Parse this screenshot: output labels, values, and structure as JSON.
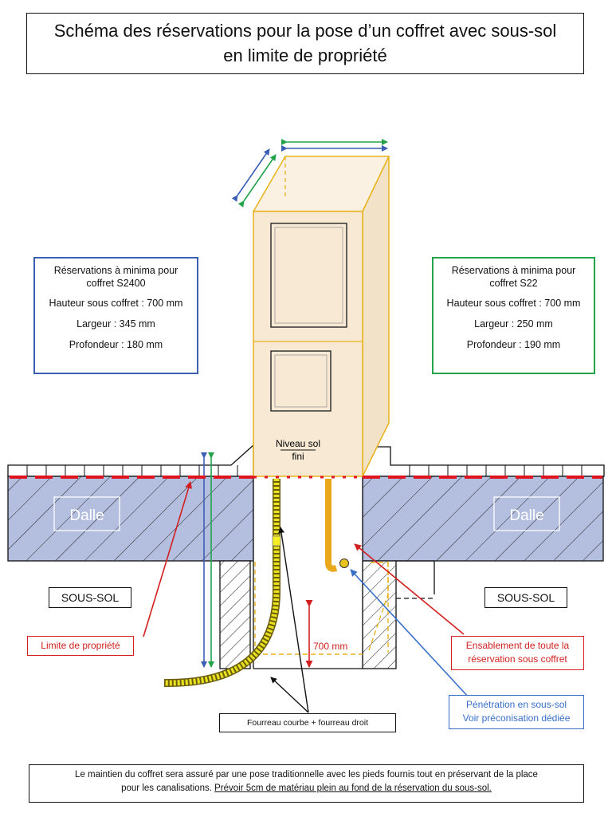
{
  "title": {
    "line1": "Schéma des réservations pour la pose d’un coffret avec sous-sol",
    "line2": "en limite de propriété"
  },
  "spec_s2400": {
    "heading1": "Réservations à minima pour",
    "heading2": "coffret S2400",
    "height": "Hauteur sous coffret : 700 mm",
    "width": "Largeur : 345 mm",
    "depth": "Profondeur : 180 mm",
    "color": "#3a5fb5"
  },
  "spec_s22": {
    "heading1": "Réservations à minima pour",
    "heading2": "coffret S22",
    "height": "Hauteur sous coffret : 700 mm",
    "width": "Largeur : 250 mm",
    "depth": "Profondeur : 190 mm",
    "color": "#22a34a"
  },
  "diagram": {
    "slab_left": "Dalle",
    "slab_right": "Dalle",
    "ground_level_1": "Niveau sol",
    "ground_level_2": "fini",
    "depth_dim": "700 mm"
  },
  "labels": {
    "basement_left": "SOUS-SOL",
    "basement_right": "SOUS-SOL",
    "property_limit": "Limite de propriété",
    "sanding_1": "Ensablement de toute la",
    "sanding_2": "réservation sous coffret",
    "penetration_1": "Pénétration en sous-sol",
    "penetration_2": "Voir préconisation dédiée",
    "conduit": "Fourreau courbe + fourreau droit"
  },
  "footer": {
    "text_1": "Le maintien du coffret sera assuré par une pose traditionnelle avec les pieds fournis tout en préservant de la place",
    "text_2": "pour les canalisations.",
    "text_underlined": "Prévoir 5cm de matériau plein au fond de la réservation du sous-sol."
  },
  "colors": {
    "property_line": "#e0141e",
    "slab": "#b4bedf",
    "cabinet": "#f7e9d4",
    "cabinet_outline": "#e8b21a",
    "conduit": "#e9c21e"
  }
}
